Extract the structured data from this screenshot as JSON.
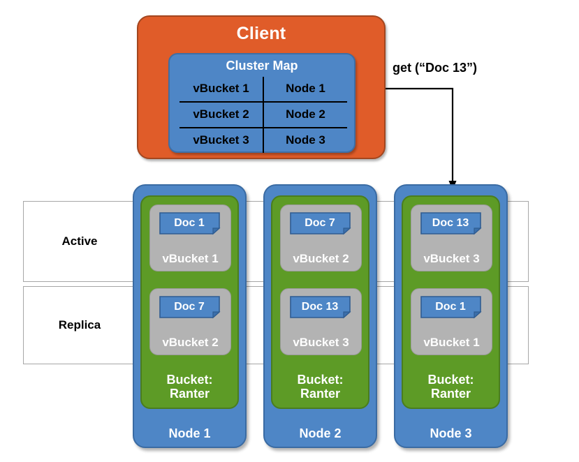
{
  "client": {
    "title": "Client",
    "cluster_map": {
      "title": "Cluster Map",
      "rows": [
        {
          "vbucket": "vBucket 1",
          "node": "Node 1"
        },
        {
          "vbucket": "vBucket 2",
          "node": "Node 2"
        },
        {
          "vbucket": "vBucket 3",
          "node": "Node 3"
        }
      ]
    }
  },
  "request": {
    "label": "get (“Doc 13”)",
    "arrow_icon": "elbow-arrow-down-icon",
    "target_node": "Node 3"
  },
  "bands": [
    {
      "label": "Active"
    },
    {
      "label": "Replica"
    }
  ],
  "nodes": [
    {
      "label": "Node 1",
      "bucket_label": "Bucket:\nRanter",
      "bucket_label_line1": "Bucket:",
      "bucket_label_line2": "Ranter",
      "active": {
        "doc": "Doc 1",
        "vbucket": "vBucket 1"
      },
      "replica": {
        "doc": "Doc 7",
        "vbucket": "vBucket 2"
      }
    },
    {
      "label": "Node 2",
      "bucket_label": "Bucket:\nRanter",
      "bucket_label_line1": "Bucket:",
      "bucket_label_line2": "Ranter",
      "active": {
        "doc": "Doc 7",
        "vbucket": "vBucket 2"
      },
      "replica": {
        "doc": "Doc 13",
        "vbucket": "vBucket 3"
      }
    },
    {
      "label": "Node 3",
      "bucket_label": "Bucket:\nRanter",
      "bucket_label_line1": "Bucket:",
      "bucket_label_line2": "Ranter",
      "active": {
        "doc": "Doc 13",
        "vbucket": "vBucket 3"
      },
      "replica": {
        "doc": "Doc 1",
        "vbucket": "vBucket 1"
      }
    }
  ],
  "colors": {
    "client_orange": "#e05c29",
    "node_blue": "#4e86c6",
    "bucket_green": "#5d9b26",
    "vbucket_gray": "#b3b3b3",
    "band_border": "#a6a6a6",
    "text_white": "#ffffff",
    "text_black": "#000000"
  }
}
